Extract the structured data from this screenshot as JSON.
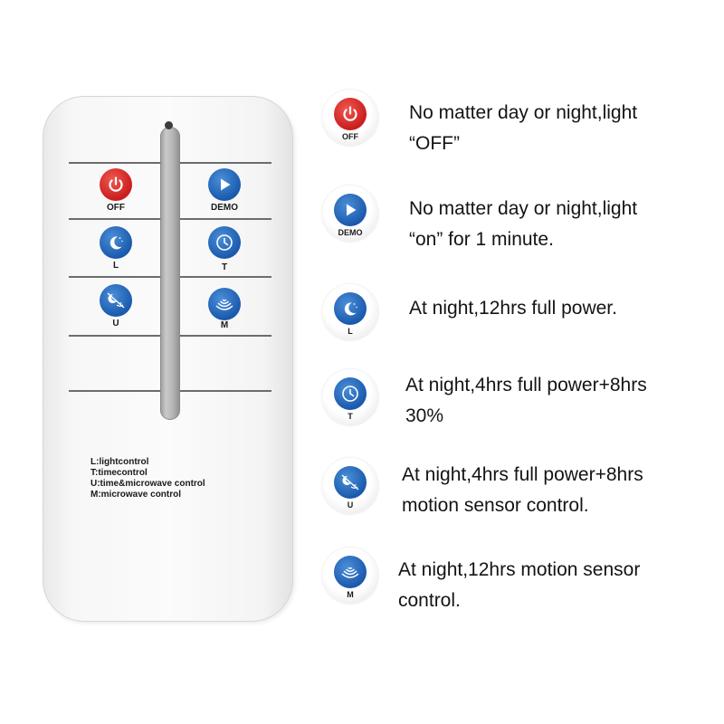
{
  "remote": {
    "buttons": [
      {
        "id": "off",
        "label": "OFF"
      },
      {
        "id": "demo",
        "label": "DEMO"
      },
      {
        "id": "l",
        "label": "L"
      },
      {
        "id": "t",
        "label": "T"
      },
      {
        "id": "u",
        "label": "U"
      },
      {
        "id": "m",
        "label": "M"
      }
    ],
    "legend": [
      "L:lightcontrol",
      "T:timecontrol",
      "U:time&microwave control",
      "M:microwave control"
    ]
  },
  "modes": [
    {
      "icon": "power-icon",
      "button_label": "OFF",
      "color": "#d42a24",
      "line1": "No matter day or night,light",
      "line2": "“OFF”"
    },
    {
      "icon": "play-icon",
      "button_label": "DEMO",
      "color": "#1f5fb3",
      "line1": "No matter day or night,light",
      "line2": "“on” for 1 minute."
    },
    {
      "icon": "moon-icon",
      "button_label": "L",
      "color": "#1f5fb3",
      "line1": "At night,12hrs full power.",
      "line2": ""
    },
    {
      "icon": "clock-icon",
      "button_label": "T",
      "color": "#1f5fb3",
      "line1": "At night,4hrs full power+8hrs",
      "line2": "30%"
    },
    {
      "icon": "moon-wave-icon",
      "button_label": "U",
      "color": "#1f5fb3",
      "line1": "At night,4hrs full power+8hrs",
      "line2": "motion sensor control."
    },
    {
      "icon": "wave-icon",
      "button_label": "M",
      "color": "#1f5fb3",
      "line1": "At night,12hrs motion sensor",
      "line2": "control."
    }
  ]
}
